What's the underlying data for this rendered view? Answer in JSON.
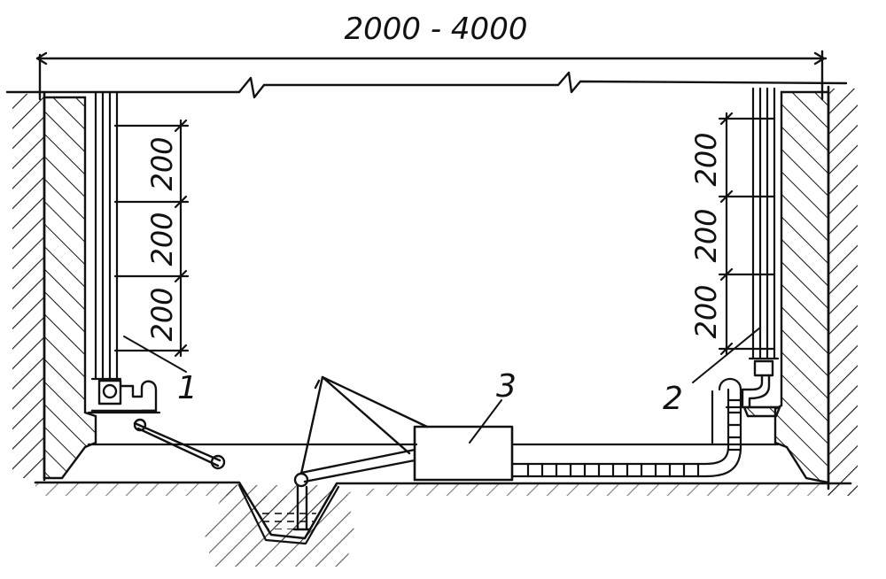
{
  "overall_dimension": "2000 - 4000",
  "left_dimensions": [
    "200",
    "200",
    "200"
  ],
  "right_dimensions": [
    "200",
    "200",
    "200"
  ],
  "callouts": {
    "one": "1",
    "two": "2",
    "three": "3"
  }
}
